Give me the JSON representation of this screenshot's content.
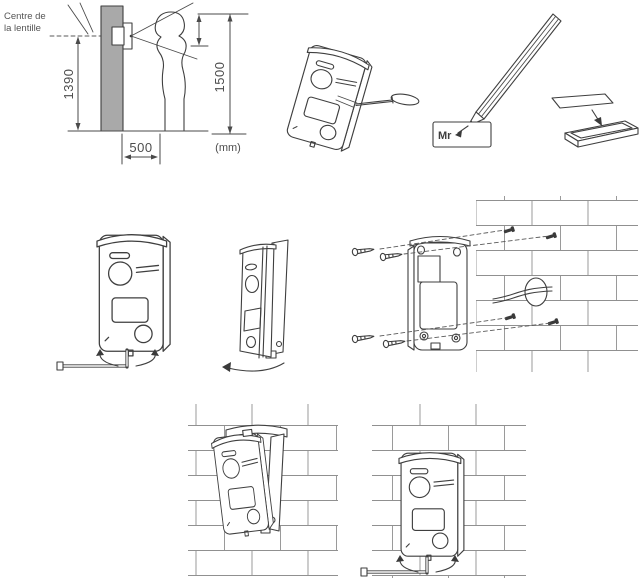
{
  "colors": {
    "line": "#3f3f3f",
    "wall_fill": "#a9a9a9",
    "brick_line": "#909090",
    "dimension_text": "#4d4d4d"
  },
  "mounting_diagram": {
    "lens_label_line1": "Centre de",
    "lens_label_line2": "la lentille",
    "lens_height_mm": "1390",
    "person_height_mm": "1500",
    "distance_mm": "500",
    "units_label": "(mm)"
  },
  "name_card": {
    "label": "Mr"
  }
}
